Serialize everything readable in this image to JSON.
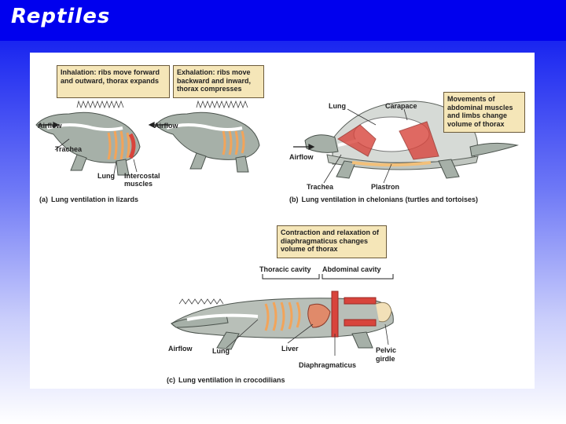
{
  "slide": {
    "title": "Reptiles"
  },
  "panel_a": {
    "inhalation": "Inhalation: ribs move forward and outward, thorax expands",
    "exhalation": "Exhalation: ribs move backward and inward, thorax compresses",
    "airflow_1": "Airflow",
    "airflow_2": "Airflow",
    "trachea": "Trachea",
    "lung": "Lung",
    "intercostal": "Intercostal muscles",
    "caption_letter": "(a)",
    "caption": "Lung ventilation in lizards"
  },
  "panel_b": {
    "callout": "Movements of abdominal muscles and limbs change volume of thorax",
    "lung": "Lung",
    "carapace": "Carapace",
    "airflow": "Airflow",
    "trachea": "Trachea",
    "plastron": "Plastron",
    "caption_letter": "(b)",
    "caption": "Lung ventilation in chelonians (turtles and tortoises)"
  },
  "panel_c": {
    "callout": "Contraction and relaxation of diaphragmaticus changes volume of thorax",
    "thoracic": "Thoracic cavity",
    "abdominal": "Abdominal cavity",
    "airflow": "Airflow",
    "lung": "Lung",
    "liver": "Liver",
    "diaphragmaticus": "Diaphragmaticus",
    "pelvic": "Pelvic girdle",
    "caption_letter": "(c)",
    "caption": "Lung ventilation in crocodilians"
  }
}
